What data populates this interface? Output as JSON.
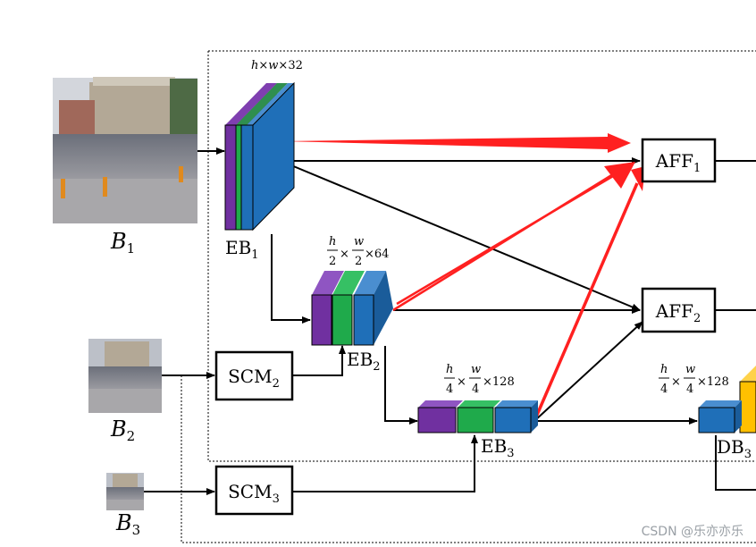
{
  "images": [
    {
      "label": "B",
      "sub": "1"
    },
    {
      "label": "B",
      "sub": "2"
    },
    {
      "label": "B",
      "sub": "3"
    }
  ],
  "encoders": [
    {
      "label": "EB",
      "sub": "1"
    },
    {
      "label": "EB",
      "sub": "2"
    },
    {
      "label": "EB",
      "sub": "3"
    }
  ],
  "decoders": [
    {
      "label": "DB",
      "sub": "3"
    }
  ],
  "scm": [
    {
      "label": "SCM",
      "sub": "2"
    },
    {
      "label": "SCM",
      "sub": "3"
    }
  ],
  "aff": [
    {
      "label": "AFF",
      "sub": "1"
    },
    {
      "label": "AFF",
      "sub": "2"
    }
  ],
  "dims": {
    "eb1": {
      "h": "h",
      "x1": "×",
      "w": "w",
      "x2": "×",
      "c": "32"
    },
    "eb2": {
      "h": "h",
      "d1": "2",
      "x1": "×",
      "w": "w",
      "d2": "2",
      "x2": "×",
      "c": "64"
    },
    "eb3": {
      "h": "h",
      "d1": "4",
      "x1": "×",
      "w": "w",
      "d2": "4",
      "x2": "×",
      "c": "128"
    },
    "db3": {
      "h": "h",
      "d1": "4",
      "x1": "×",
      "w": "w",
      "d2": "4",
      "x2": "×",
      "c": "128"
    }
  },
  "colors": {
    "purple": "#7030a0",
    "green": "#1faa4b",
    "blue": "#1f6fb8",
    "yellow": "#ffc000",
    "arrow_red": "#ff2020",
    "line": "#000000"
  },
  "watermark": "CSDN @乐亦亦乐"
}
